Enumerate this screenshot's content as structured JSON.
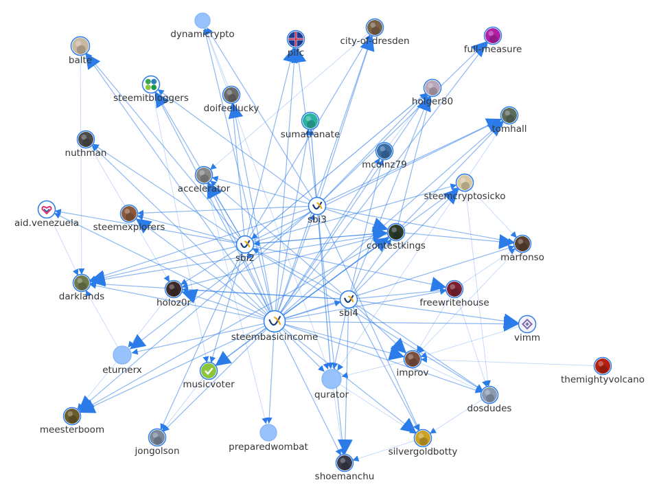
{
  "graph": {
    "colors": {
      "edge": "#2b7ce9",
      "node_default": "#97c2fc",
      "label": "#343434"
    },
    "nodes": [
      {
        "id": "dynamicrypto",
        "label": "dynamicrypto",
        "avatar": "none"
      },
      {
        "id": "pifc",
        "label": "pifc",
        "avatar": "union-flag",
        "color": "#c8102e"
      },
      {
        "id": "city-of-dresden",
        "label": "city-of-dresden",
        "avatar": "photo",
        "color": "#7a6248"
      },
      {
        "id": "full-measure",
        "label": "full-measure",
        "avatar": "photo",
        "color": "#b11fa7"
      },
      {
        "id": "balte",
        "label": "balte",
        "avatar": "photo",
        "color": "#c9b8a0"
      },
      {
        "id": "steemitbloggers",
        "label": "steemitbloggers",
        "avatar": "clover-logo",
        "color": "#3aa655"
      },
      {
        "id": "doifeellucky",
        "label": "doifeellucky",
        "avatar": "photo",
        "color": "#6b6b6b"
      },
      {
        "id": "holger80",
        "label": "holger80",
        "avatar": "photo",
        "color": "#b9a7b8"
      },
      {
        "id": "sumatranate",
        "label": "sumatranate",
        "avatar": "photo",
        "color": "#2bb3a0"
      },
      {
        "id": "tomhall",
        "label": "tomhall",
        "avatar": "photo",
        "color": "#5d6b5d"
      },
      {
        "id": "nuthman",
        "label": "nuthman",
        "avatar": "photo",
        "color": "#4a4a4a"
      },
      {
        "id": "mcoinz79",
        "label": "mcoinz79",
        "avatar": "photo",
        "color": "#3a6ea5"
      },
      {
        "id": "accelerator",
        "label": "accelerator",
        "avatar": "photo",
        "color": "#888888"
      },
      {
        "id": "steemcryptosicko",
        "label": "steemcryptosicko",
        "avatar": "photo",
        "color": "#d8c9a3"
      },
      {
        "id": "aid.venezuela",
        "label": "aid.venezuela",
        "avatar": "heart-logo",
        "color": "#e1306c"
      },
      {
        "id": "steemexplorers",
        "label": "steemexplorers",
        "avatar": "photo",
        "color": "#8b5a3c"
      },
      {
        "id": "sbi3",
        "label": "sbi3",
        "avatar": "sbi-logo",
        "color": "#e6a817"
      },
      {
        "id": "sbi2",
        "label": "sbi2",
        "avatar": "sbi-logo",
        "color": "#e6a817"
      },
      {
        "id": "contestkings",
        "label": "contestkings",
        "avatar": "photo",
        "color": "#2d3b2d"
      },
      {
        "id": "marfonso",
        "label": "marfonso",
        "avatar": "photo",
        "color": "#5a4030"
      },
      {
        "id": "darklands",
        "label": "darklands",
        "avatar": "photo",
        "color": "#6f7a4f"
      },
      {
        "id": "holoz0r",
        "label": "holoz0r",
        "avatar": "photo",
        "color": "#3d2a2a"
      },
      {
        "id": "sbi4",
        "label": "sbi4",
        "avatar": "sbi-logo",
        "color": "#e6a817"
      },
      {
        "id": "freewritehouse",
        "label": "freewritehouse",
        "avatar": "photo",
        "color": "#7a2030"
      },
      {
        "id": "vimm",
        "label": "vimm",
        "avatar": "vimm-logo",
        "color": "#7b6bb0"
      },
      {
        "id": "steembasicincome",
        "label": "steembasicincome",
        "avatar": "sbi-logo",
        "color": "#e6a817"
      },
      {
        "id": "eturnerx",
        "label": "eturnerx",
        "avatar": "none"
      },
      {
        "id": "thehightyvolcano",
        "label": "themightyvolcano",
        "avatar": "photo",
        "color": "#b32010"
      },
      {
        "id": "musicvoter",
        "label": "musicvoter",
        "avatar": "check-logo",
        "color": "#8cc63f"
      },
      {
        "id": "improv",
        "label": "improv",
        "avatar": "photo",
        "color": "#7a5040"
      },
      {
        "id": "qurator",
        "label": "qurator",
        "avatar": "none"
      },
      {
        "id": "dosdudes",
        "label": "dosdudes",
        "avatar": "photo",
        "color": "#8a9ab0"
      },
      {
        "id": "meesterboom",
        "label": "meesterboom",
        "avatar": "photo",
        "color": "#6b5a2a"
      },
      {
        "id": "jongolson",
        "label": "jongolson",
        "avatar": "photo",
        "color": "#7a8a9a"
      },
      {
        "id": "preparedwombat",
        "label": "preparedwombat",
        "avatar": "none"
      },
      {
        "id": "silvergoldbotty",
        "label": "silvergoldbotty",
        "avatar": "photo",
        "color": "#c9a227"
      },
      {
        "id": "shoemanchu",
        "label": "shoemanchu",
        "avatar": "photo",
        "color": "#3a3a4a"
      }
    ],
    "edges": [
      [
        "steembasicincome",
        "balte"
      ],
      [
        "steembasicincome",
        "dynamicrypto"
      ],
      [
        "steembasicincome",
        "pifc"
      ],
      [
        "steembasicincome",
        "city-of-dresden"
      ],
      [
        "steembasicincome",
        "full-measure"
      ],
      [
        "steembasicincome",
        "steemitbloggers"
      ],
      [
        "steembasicincome",
        "doifeellucky"
      ],
      [
        "steembasicincome",
        "holger80"
      ],
      [
        "steembasicincome",
        "sumatranate"
      ],
      [
        "steembasicincome",
        "tomhall"
      ],
      [
        "steembasicincome",
        "nuthman"
      ],
      [
        "steembasicincome",
        "mcoinz79"
      ],
      [
        "steembasicincome",
        "accelerator"
      ],
      [
        "steembasicincome",
        "steemcryptosicko"
      ],
      [
        "steembasicincome",
        "aid.venezuela"
      ],
      [
        "steembasicincome",
        "steemexplorers"
      ],
      [
        "steembasicincome",
        "sbi3"
      ],
      [
        "steembasicincome",
        "sbi2"
      ],
      [
        "steembasicincome",
        "contestkings"
      ],
      [
        "steembasicincome",
        "marfonso"
      ],
      [
        "steembasicincome",
        "darklands"
      ],
      [
        "steembasicincome",
        "holoz0r"
      ],
      [
        "steembasicincome",
        "sbi4"
      ],
      [
        "steembasicincome",
        "freewritehouse"
      ],
      [
        "steembasicincome",
        "vimm"
      ],
      [
        "steembasicincome",
        "eturnerx"
      ],
      [
        "steembasicincome",
        "musicvoter"
      ],
      [
        "steembasicincome",
        "improv"
      ],
      [
        "steembasicincome",
        "qurator"
      ],
      [
        "steembasicincome",
        "dosdudes"
      ],
      [
        "steembasicincome",
        "meesterboom"
      ],
      [
        "steembasicincome",
        "jongolson"
      ],
      [
        "steembasicincome",
        "preparedwombat"
      ],
      [
        "steembasicincome",
        "silvergoldbotty"
      ],
      [
        "steembasicincome",
        "shoemanchu"
      ],
      [
        "sbi2",
        "balte"
      ],
      [
        "sbi2",
        "steemitbloggers"
      ],
      [
        "sbi2",
        "doifeellucky"
      ],
      [
        "sbi2",
        "nuthman"
      ],
      [
        "sbi2",
        "accelerator"
      ],
      [
        "sbi2",
        "aid.venezuela"
      ],
      [
        "sbi2",
        "steemexplorers"
      ],
      [
        "sbi2",
        "darklands"
      ],
      [
        "sbi2",
        "holoz0r"
      ],
      [
        "sbi2",
        "holger80"
      ],
      [
        "sbi2",
        "contestkings"
      ],
      [
        "sbi2",
        "musicvoter"
      ],
      [
        "sbi2",
        "jongolson"
      ],
      [
        "sbi2",
        "pifc"
      ],
      [
        "sbi2",
        "tomhall"
      ],
      [
        "sbi2",
        "steemcryptosicko"
      ],
      [
        "sbi2",
        "freewritehouse"
      ],
      [
        "sbi2",
        "dosdudes"
      ],
      [
        "sbi2",
        "city-of-dresden"
      ],
      [
        "sbi3",
        "pifc"
      ],
      [
        "sbi3",
        "city-of-dresden"
      ],
      [
        "sbi3",
        "holger80"
      ],
      [
        "sbi3",
        "tomhall"
      ],
      [
        "sbi3",
        "accelerator"
      ],
      [
        "sbi3",
        "steemexplorers"
      ],
      [
        "sbi3",
        "contestkings"
      ],
      [
        "sbi3",
        "marfonso"
      ],
      [
        "sbi3",
        "darklands"
      ],
      [
        "sbi3",
        "eturnerx"
      ],
      [
        "sbi3",
        "qurator"
      ],
      [
        "sbi3",
        "shoemanchu"
      ],
      [
        "sbi3",
        "meesterboom"
      ],
      [
        "sbi3",
        "sumatranate"
      ],
      [
        "sbi3",
        "steemitbloggers"
      ],
      [
        "sbi3",
        "full-measure"
      ],
      [
        "sbi3",
        "silvergoldbotty"
      ],
      [
        "sbi3",
        "dynamicrypto"
      ],
      [
        "sbi4",
        "holger80"
      ],
      [
        "sbi4",
        "contestkings"
      ],
      [
        "sbi4",
        "freewritehouse"
      ],
      [
        "sbi4",
        "improv"
      ],
      [
        "sbi4",
        "dosdudes"
      ],
      [
        "sbi4",
        "qurator"
      ],
      [
        "sbi4",
        "shoemanchu"
      ],
      [
        "sbi4",
        "silvergoldbotty"
      ],
      [
        "sbi4",
        "accelerator"
      ],
      [
        "sbi4",
        "steemcryptosicko"
      ],
      [
        "sbi4",
        "holoz0r"
      ],
      [
        "sbi4",
        "mcoinz79"
      ],
      [
        "sbi4",
        "vimm"
      ],
      [
        "sbi4",
        "darklands"
      ],
      [
        "sbi4",
        "sbi2"
      ],
      [
        "contestkings",
        "marfonso"
      ],
      [
        "contestkings",
        "tomhall"
      ],
      [
        "contestkings",
        "holger80"
      ],
      [
        "contestkings",
        "darklands"
      ],
      [
        "contestkings",
        "holoz0r"
      ],
      [
        "contestkings",
        "meesterboom"
      ],
      [
        "contestkings",
        "musicvoter"
      ],
      [
        "contestkings",
        "sbi2"
      ],
      [
        "freewritehouse",
        "dosdudes"
      ],
      [
        "freewritehouse",
        "improv"
      ],
      [
        "freewritehouse",
        "marfonso"
      ],
      [
        "thehightyvolcano",
        "improv"
      ],
      [
        "improv",
        "qurator"
      ],
      [
        "improv",
        "dosdudes"
      ],
      [
        "silvergoldbotty",
        "shoemanchu"
      ],
      [
        "qurator",
        "silvergoldbotty"
      ],
      [
        "dosdudes",
        "silvergoldbotty"
      ],
      [
        "eturnerx",
        "darklands"
      ],
      [
        "eturnerx",
        "meesterboom"
      ],
      [
        "holoz0r",
        "eturnerx"
      ],
      [
        "musicvoter",
        "jongolson"
      ],
      [
        "qurator",
        "shoemanchu"
      ],
      [
        "accelerator",
        "preparedwombat"
      ],
      [
        "doifeellucky",
        "dynamicrypto"
      ],
      [
        "mcoinz79",
        "holger80"
      ],
      [
        "steemcryptosicko",
        "marfonso"
      ],
      [
        "steemcryptosicko",
        "dosdudes"
      ],
      [
        "dynamicrypto",
        "qurator"
      ],
      [
        "balte",
        "darklands"
      ],
      [
        "aid.venezuela",
        "darklands"
      ],
      [
        "nuthman",
        "holoz0r"
      ],
      [
        "steemitbloggers",
        "musicvoter"
      ],
      [
        "sumatranate",
        "qurator"
      ],
      [
        "city-of-dresden",
        "accelerator"
      ],
      [
        "holger80",
        "sbi2"
      ],
      [
        "tomhall",
        "qurator"
      ],
      [
        "marfonso",
        "improv"
      ],
      [
        "vimm",
        "improv"
      ]
    ]
  }
}
